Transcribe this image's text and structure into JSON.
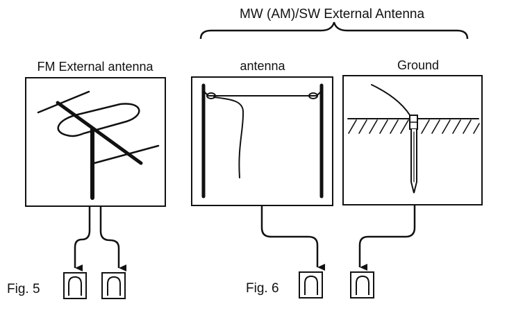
{
  "header": {
    "group_title": "MW (AM)/SW External Antenna"
  },
  "panels": {
    "fm": {
      "label": "FM External  antenna"
    },
    "antenna": {
      "label": "antenna"
    },
    "ground": {
      "label": "Ground"
    }
  },
  "figures": {
    "fig5": {
      "label": "Fig. 5"
    },
    "fig6": {
      "label": "Fig. 6"
    }
  },
  "icons": [
    "brace-icon",
    "yagi-antenna-icon",
    "wire-antenna-icon",
    "ground-stake-icon",
    "terminal-icon",
    "arrow-down-icon"
  ],
  "colors": {
    "ink": "#111111",
    "paper": "#ffffff"
  }
}
